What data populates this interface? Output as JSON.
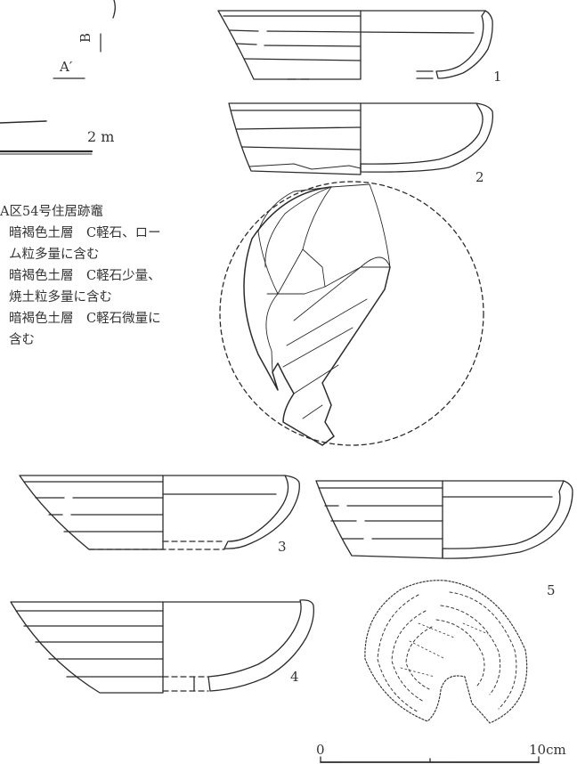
{
  "plan": {
    "label_b": "B",
    "label_a_prime": "A′",
    "scale_label": "2 m"
  },
  "legend": {
    "title": "A区54号住居跡竈",
    "lines": [
      "暗褐色土層　C軽石、ロー",
      "ム粒多量に含む",
      "暗褐色土層　C軽石少量、",
      "焼土粒多量に含む",
      "暗褐色土層　C軽石微量に",
      "含む"
    ]
  },
  "artifacts": [
    {
      "number": "1",
      "type": "bowl-section"
    },
    {
      "number": "2",
      "type": "bowl-section"
    },
    {
      "number": "3",
      "type": "bowl-section"
    },
    {
      "number": "4",
      "type": "bowl-section"
    },
    {
      "number": "5",
      "type": "bowl-section"
    }
  ],
  "scale_bar": {
    "start_label": "0",
    "end_label": "10cm"
  }
}
